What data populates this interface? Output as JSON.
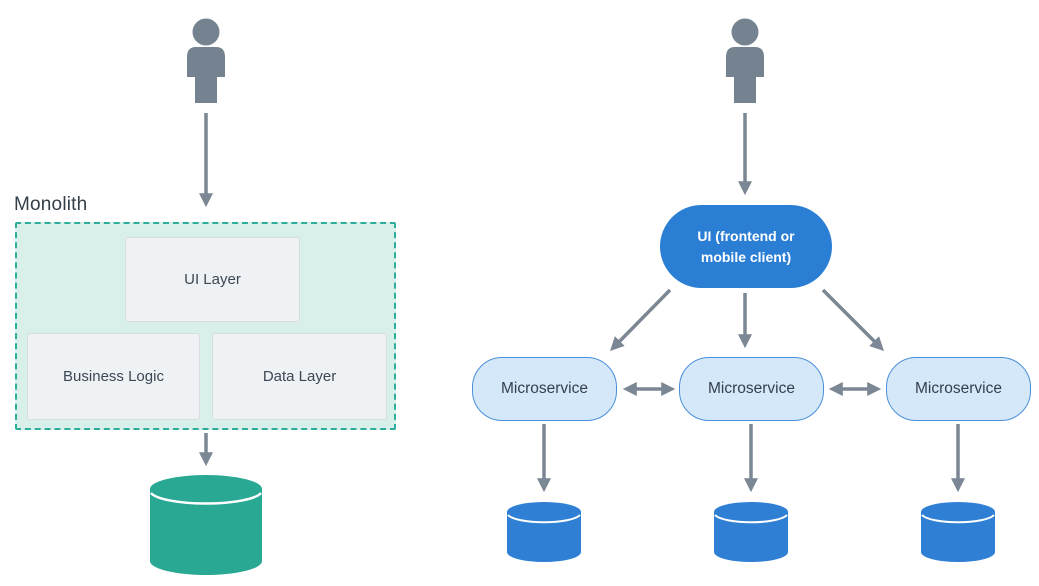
{
  "monolith": {
    "label": "Monolith",
    "layers": [
      "UI Layer",
      "Business Logic",
      "Data Layer"
    ]
  },
  "microservices": {
    "ui_client_label": "UI (frontend or mobile client)",
    "services": [
      "Microservice",
      "Microservice",
      "Microservice"
    ]
  },
  "icons": {
    "person": "person-icon",
    "database": "database-cylinder-icon",
    "arrow": "arrow-connector"
  },
  "colors": {
    "teal_cylinder": "#29a894",
    "monolith_fill": "#d9efe9",
    "monolith_border": "#2cae9b",
    "blue_primary": "#2a7fd4",
    "micro_fill": "#d5e8f9",
    "micro_border": "#4a90d9",
    "blue_cylinder": "#2f80d5",
    "gray_icon": "#758290",
    "gray_arrow": "#7b8794",
    "layer_fill": "#eff2f5",
    "text_dark": "#3b4752"
  }
}
